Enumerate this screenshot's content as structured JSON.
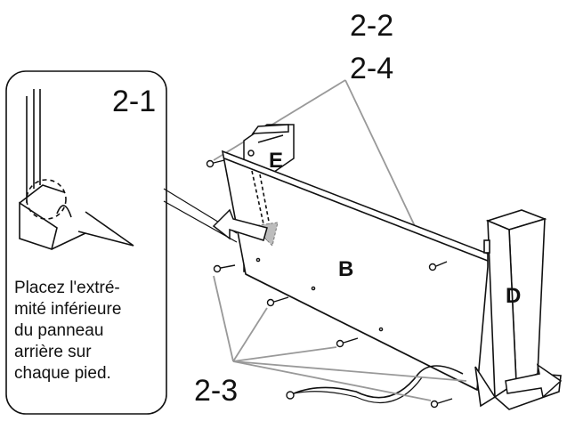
{
  "steps": {
    "s21": "2-1",
    "s22": "2-2",
    "s23": "2-3",
    "s24": "2-4"
  },
  "parts": {
    "b": "B",
    "d": "D",
    "e": "E"
  },
  "callout": {
    "text": "Placez l'extré-\nmité inférieure\ndu panneau\narrière sur\nchaque pied."
  },
  "colors": {
    "line": "#111111",
    "leader": "#999999",
    "shade": "#bdbdbd"
  }
}
